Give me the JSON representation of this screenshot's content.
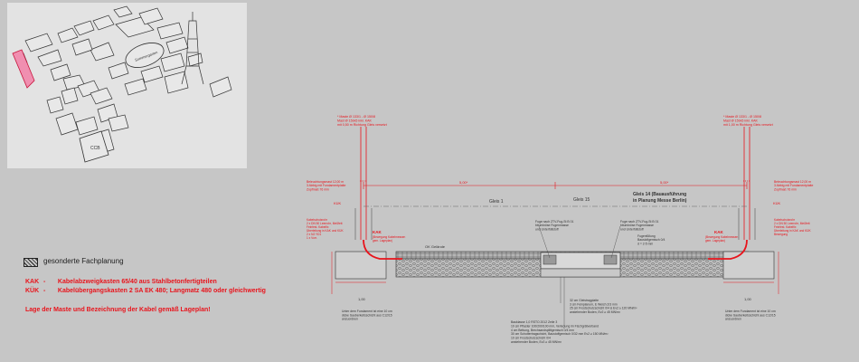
{
  "site_plan": {
    "labels": {
      "rotor": "Sommergarten",
      "ccb": "CCB"
    }
  },
  "legend": {
    "hatch_label": "gesonderte Fachplanung",
    "entries": [
      {
        "code": "KAK",
        "dash": "-",
        "text": "Kabelabzweigkasten 65/40 aus Stahlbetonfertigteilen"
      },
      {
        "code": "KÜK",
        "dash": "-",
        "text": "Kabelübergangskasten 2 SA EK 480; Langmatz 480 oder gleichwertig"
      }
    ],
    "note": "Lage der Maste und Bezeichnung der Kabel gemäß Lageplan!"
  },
  "section": {
    "mast_note_left": "* Maste Ø 133/1 - Ø 150/8\nMast Ø 159x5 inkl. KAK\nmit 0,50 m Richtung Gleis versetzt",
    "mast_note_right": "* Maste Ø 133/1 - Ø 150/8\nMast Ø 159x5 inkl. KAK\nmit 1,00 m Richtung Gleis versetzt",
    "dim_left": "5,00*",
    "dim_right": "5,00*",
    "sign_left": "Beleuchtungsmast 12,00 m\n3-färbig mit Fundamentplatte\nZopfmaß 76 mm",
    "sign_right": "Beleuchtungsmast 12,00 m\n3-färbig mit Fundamentplatte\nZopfmaß 76 mm",
    "track1": "Gleis 1",
    "track15": "Gleis 15",
    "track14_line1": "Gleis 14 (Bauausführung",
    "track14_line2": "in Planung Messe Berlin)",
    "kuk_left": "KÜK",
    "kuk_right": "KÜK",
    "cable_left": "Kabelschutzrohr\n2 x DN 50 Leerrohr, Meßfett\nFeinfest. Kabeifix\nÜberleitung in KAK und KÜK\n2 x N2 YD1\n1 x Vorr.",
    "cable_right": "Kabelschutzrohr\n2 x DN 50 Leerrohr, Meßfett\nFeinfest. Kabelfix\nÜberleitung in KAK und KÜK\nBewegung",
    "kak_left_title": "KAK",
    "kak_left_sub": "(Bewegung Kabelmessen\ngem. Lageplan)",
    "kak_right_title": "KAK",
    "kak_right_sub": "(Bewegung Kabelmessen\ngem. Lageplan)",
    "ok_label": "OK Gelände",
    "joint_left": "Fuge nach ZTV-Fug-St B 01\nbituminöse Fugenmasse\nund Unterfüllstoff",
    "joint_right": "Fuge nach ZTV-Fug-St B 01\nbituminöse Fugenmasse\nund Unterfüllstoff",
    "joint_fill": "Fugenfüllung\nBauslofigemisch 0/4\nd = 2-5 mm",
    "width_left": "1,00",
    "width_right": "1,00",
    "foundation_left": "Unter dem Fundament ist eine 10 cm\ndicke Sauberkeitsschicht aus C12/15\nanzuordnen",
    "foundation_right": "Unter dem Fundament ist eine 10 cm\ndicke Sauberkeitsschicht aus C12/15\nanzuordnen",
    "layers_top": "32 cm Gleistragplatte\n3 cm Feinplanum, E Weich 2/3 mm\n25 cm Frostschutzschicht 0/4 & Ev2 ≥ 120 MN/m²\nanstehender Boden, Ev2 ≥ 45 MN/m²",
    "layers_bottom": "Bauklasse 1,0 RSTO 2012 Zeile 3\n10 cm Pflaster 100/200/100 mm, Verlegung im Fischgrätverband\n4 cm Bettung, Brechsandsplittgemisch 0/4 mm\n30 cm Schottertragschicht, Baustoffgemisch 0/32 mm Ev2 ≥ 150 MN/m²\n10 cm Frostschutzschicht 0/4\nanstehender Boden, Ev2 ≥ 45 MN/m²"
  }
}
